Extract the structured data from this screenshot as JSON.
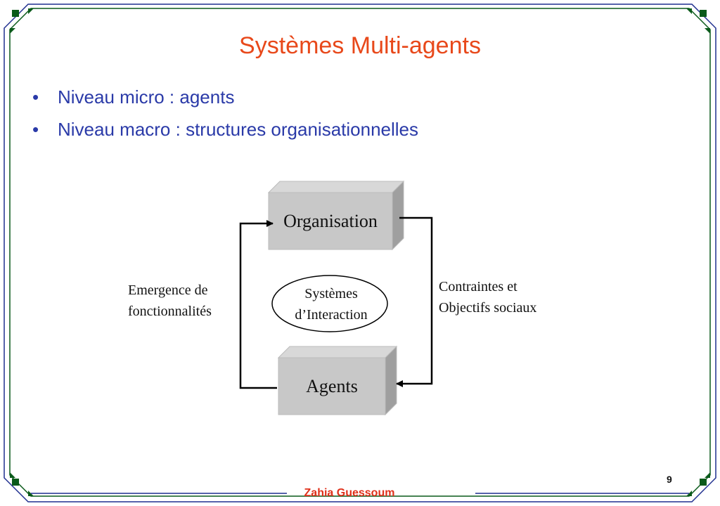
{
  "slide": {
    "title": "Systèmes Multi-agents",
    "bullets": [
      {
        "text": "Niveau micro : agents"
      },
      {
        "text": "Niveau macro : structures organisationnelles"
      }
    ],
    "bullet_glyph": "•",
    "page_number": "9",
    "author": "Zahia Guessoum"
  },
  "diagram": {
    "top_box": "Organisation",
    "bottom_box": "Agents",
    "center_line1": "Systèmes",
    "center_line2": "d’Interaction",
    "left_label_line1": "Emergence de",
    "left_label_line2": "fonctionnalités",
    "right_label_line1": "Contraintes et",
    "right_label_line2": "Objectifs sociaux"
  },
  "colors": {
    "title": "#e8481a",
    "bullets": "#2a3aa8",
    "frame_blue": "#1f2f8f",
    "frame_green": "#0a5a1a",
    "author": "#e0301a",
    "box_fill": "#c8c8c8"
  }
}
